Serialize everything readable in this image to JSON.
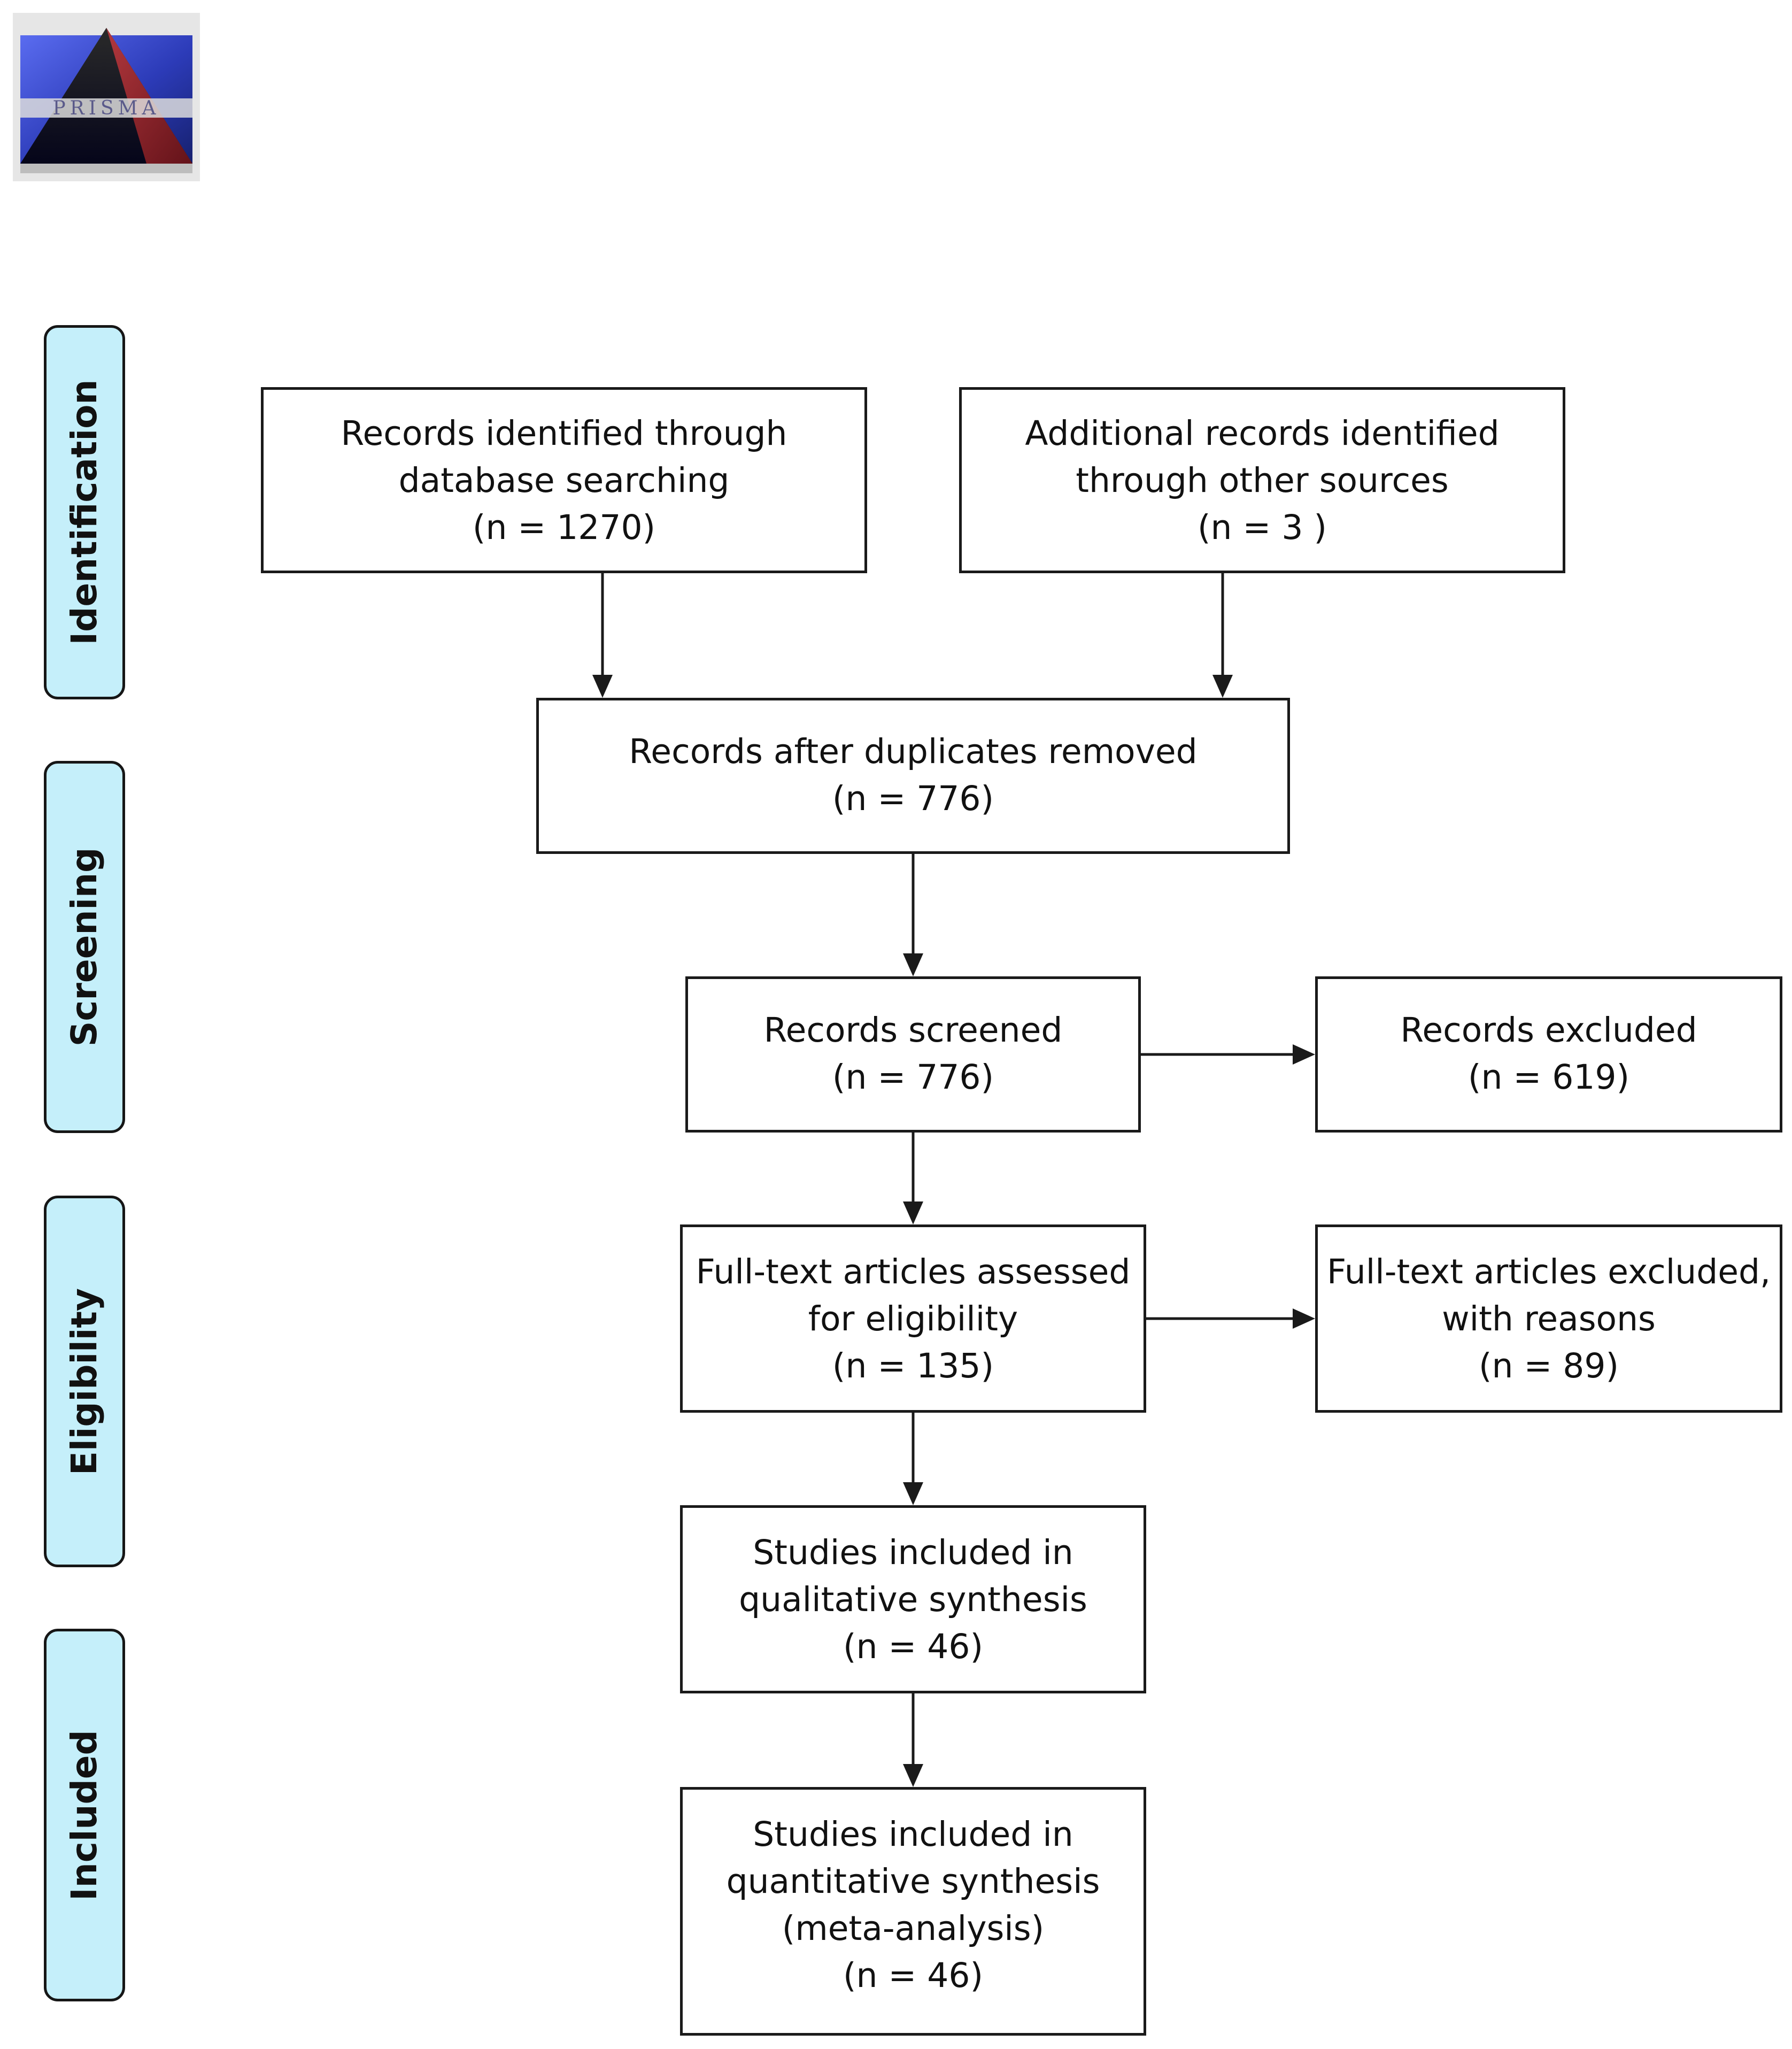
{
  "logo": {
    "text": "PRISMA",
    "icon": "prisma-pyramid-icon",
    "colors": {
      "blue": "#3d4fd0",
      "dark": "#0b0b2a",
      "red": "#a3262e"
    }
  },
  "phases": {
    "identification": "Identification",
    "screening": "Screening",
    "eligibility": "Eligibility",
    "included": "Included"
  },
  "boxes": {
    "database_search": {
      "lines": [
        "Records identified through",
        "database searching",
        "(n = 1270)"
      ]
    },
    "other_sources": {
      "lines": [
        "Additional records identified",
        "through other sources",
        "(n = 3 )"
      ]
    },
    "duplicates_removed": {
      "lines": [
        "Records after duplicates removed",
        "(n = 776)"
      ]
    },
    "screened": {
      "lines": [
        "Records screened",
        "(n = 776)"
      ]
    },
    "excluded": {
      "lines": [
        "Records excluded",
        "(n = 619)"
      ]
    },
    "fulltext_assessed": {
      "lines": [
        "Full-text articles assessed",
        "for eligibility",
        "(n = 135)"
      ]
    },
    "fulltext_excluded": {
      "lines": [
        "Full-text articles excluded,",
        "with reasons",
        "(n = 89)"
      ]
    },
    "qualitative": {
      "lines": [
        "Studies included in",
        "qualitative synthesis",
        "(n = 46)"
      ]
    },
    "quantitative": {
      "lines": [
        "Studies included in",
        "quantitative synthesis",
        "(meta-analysis)",
        "(n = 46)"
      ]
    }
  },
  "colors": {
    "phase_fill": "#c5effa",
    "line": "#1a1a1a"
  }
}
